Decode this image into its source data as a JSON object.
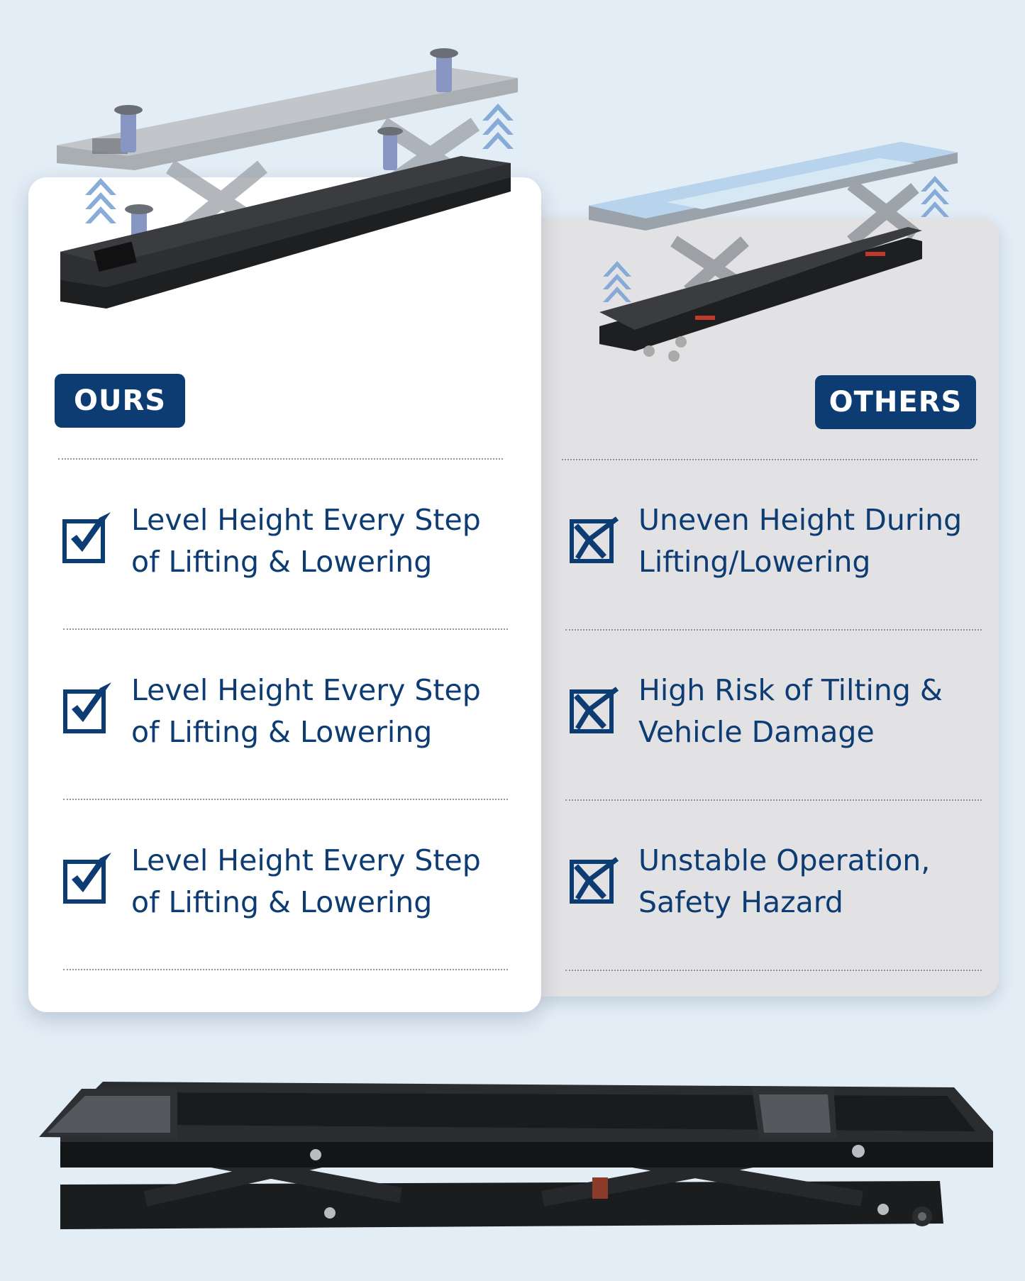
{
  "ours": {
    "badge": "OURS",
    "items": [
      {
        "line1": "Level Height Every Step",
        "line2": "of Lifting & Lowering",
        "icon": "checkbox-checked-icon"
      },
      {
        "line1": "Level Height Every Step",
        "line2": "of Lifting & Lowering",
        "icon": "checkbox-checked-icon"
      },
      {
        "line1": "Level Height Every Step",
        "line2": "of Lifting & Lowering",
        "icon": "checkbox-checked-icon"
      }
    ]
  },
  "others": {
    "badge": "OTHERS",
    "items": [
      {
        "line1": "Uneven Height During",
        "line2": "Lifting/Lowering",
        "icon": "checkbox-x-icon"
      },
      {
        "line1": "High Risk of Tilting &",
        "line2": "Vehicle Damage",
        "icon": "checkbox-x-icon"
      },
      {
        "line1": "Unstable Operation,",
        "line2": "Safety Hazard",
        "icon": "checkbox-x-icon"
      }
    ]
  },
  "colors": {
    "brand": "#0d3c73",
    "background": "#e3edf6",
    "card_ours": "#ffffff",
    "card_others": "#e2e2e4"
  }
}
